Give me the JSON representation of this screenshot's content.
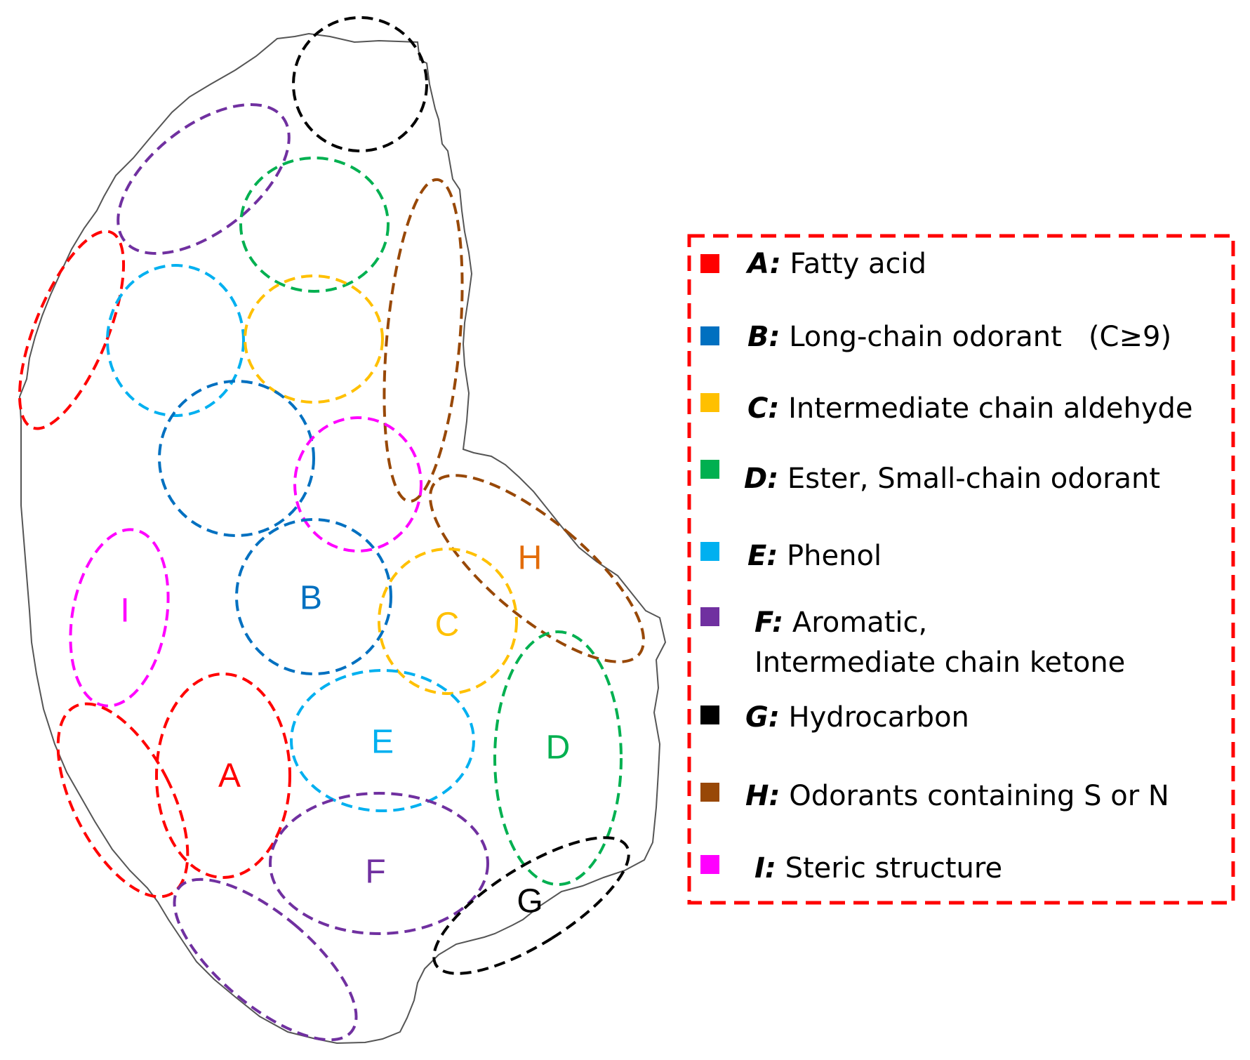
{
  "regions": [
    {
      "id": "A",
      "label": "A",
      "color": "#FF0000"
    },
    {
      "id": "B",
      "label": "B",
      "color": "#0070C0"
    },
    {
      "id": "C",
      "label": "C",
      "color": "#FFC000"
    },
    {
      "id": "D",
      "label": "D",
      "color": "#00B050"
    },
    {
      "id": "E",
      "label": "E",
      "color": "#00B0F0"
    },
    {
      "id": "F",
      "label": "F",
      "color": "#7030A0"
    },
    {
      "id": "G",
      "label": "G",
      "color": "#000000"
    },
    {
      "id": "H",
      "label": "H",
      "color": "#E36C09"
    },
    {
      "id": "I",
      "label": "I",
      "color": "#FF00FF"
    }
  ],
  "legend": {
    "border_color": "#FF0000",
    "items": [
      {
        "key": "A:",
        "text": "Fatty acid",
        "color": "#FF0000"
      },
      {
        "key": "B:",
        "text": "Long-chain odorant   (C≥9)",
        "color": "#0070C0"
      },
      {
        "key": "C:",
        "text": "Intermediate chain aldehyde",
        "color": "#FFC000"
      },
      {
        "key": "D:",
        "text": "Ester, Small-chain odorant",
        "color": "#00B050"
      },
      {
        "key": "E:",
        "text": "Phenol",
        "color": "#00B0F0"
      },
      {
        "key": "F:",
        "text": "Aromatic,",
        "text2": "Intermediate chain ketone",
        "color": "#7030A0"
      },
      {
        "key": "G:",
        "text": "Hydrocarbon",
        "color": "#000000"
      },
      {
        "key": "H:",
        "text": "Odorants containing S or N",
        "color": "#984807"
      },
      {
        "key": "I:",
        "text": "Steric structure",
        "color": "#FF00FF"
      }
    ]
  }
}
